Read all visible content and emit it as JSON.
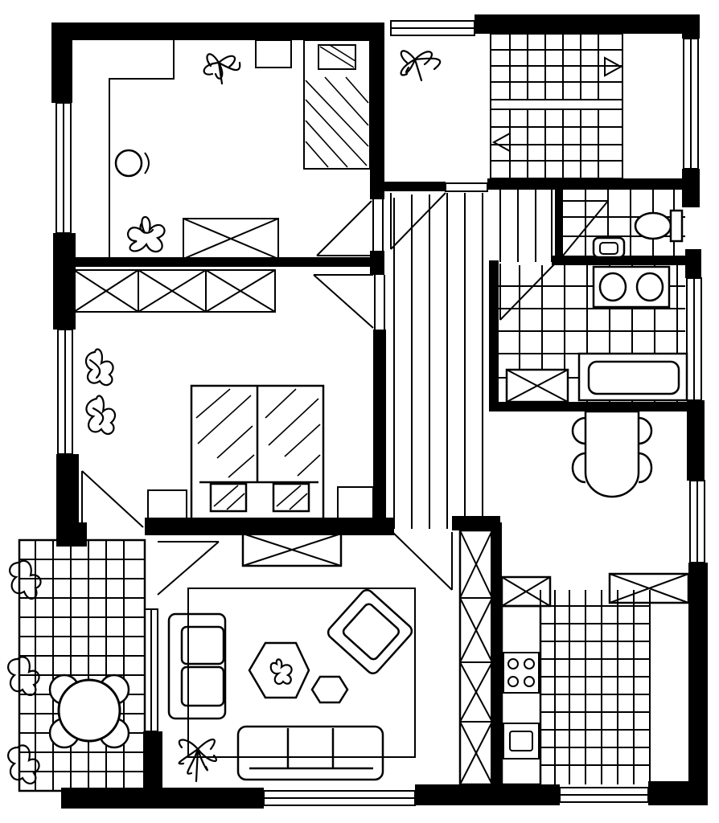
{
  "plan": {
    "background": "#ffffff",
    "line_color": "#000000",
    "rooms": [
      {
        "id": "bedroom-top-left"
      },
      {
        "id": "bathroom-top-middle"
      },
      {
        "id": "staircase"
      },
      {
        "id": "wc"
      },
      {
        "id": "bathroom"
      },
      {
        "id": "bedroom-middle"
      },
      {
        "id": "hallway"
      },
      {
        "id": "dining"
      },
      {
        "id": "living-room"
      },
      {
        "id": "kitchen"
      },
      {
        "id": "balcony"
      }
    ],
    "icons": [
      "plant-icon",
      "bed-icon",
      "double-bed-icon",
      "sofa-icon",
      "armchair-icon",
      "table-icon",
      "chair-icon",
      "wardrobe-icon",
      "stairs-icon",
      "toilet-icon",
      "sink-icon",
      "bathtub-icon",
      "stove-icon",
      "door-icon",
      "window-icon"
    ]
  }
}
